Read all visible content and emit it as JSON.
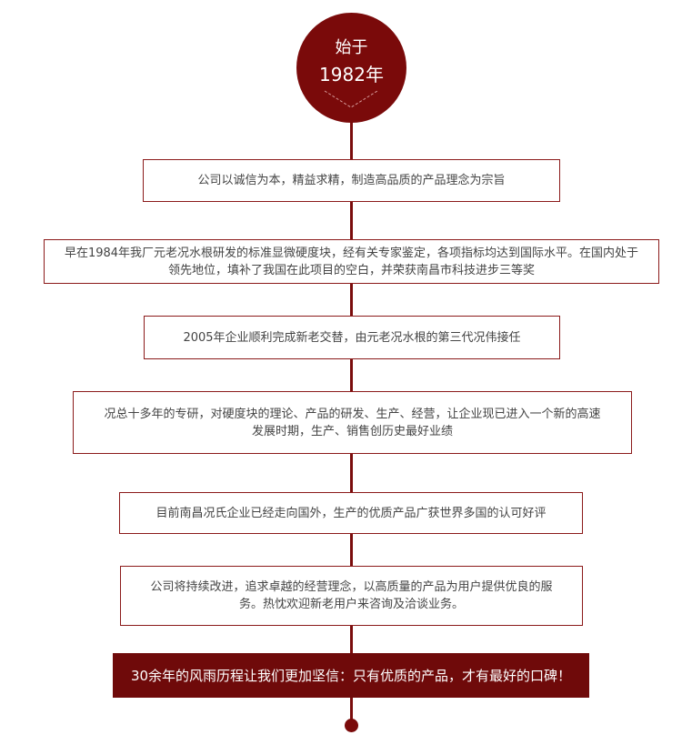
{
  "header": {
    "line1": "始于",
    "line2": "1982年"
  },
  "milestones": [
    "公司以诚信为本，精益求精，制造高品质的产品理念为宗旨",
    "早在1984年我厂元老况水根研发的标准显微硬度块，经有关专家鉴定，各项指标均达到国际水平。在国内处于领先地位，填补了我国在此项目的空白，并荣获南昌市科技进步三等奖",
    "2005年企业顺利完成新老交替，由元老况水根的第三代况伟接任",
    "况总十多年的专研，对硬度块的理论、产品的研发、生产、经营，让企业现已进入一个新的高速发展时期，生产、销售创历史最好业绩",
    "目前南昌况氏企业已经走向国外，生产的优质产品广获世界多国的认可好评",
    "公司将持续改进，追求卓越的经营理念，以高质量的产品为用户提供优良的服务。热忱欢迎新老用户来咨询及洽谈业务。"
  ],
  "conclusion": "30余年的风雨历程让我们更加坚信：只有优质的产品，才有最好的口碑！",
  "colors": {
    "accent": "#7a0a0a"
  }
}
